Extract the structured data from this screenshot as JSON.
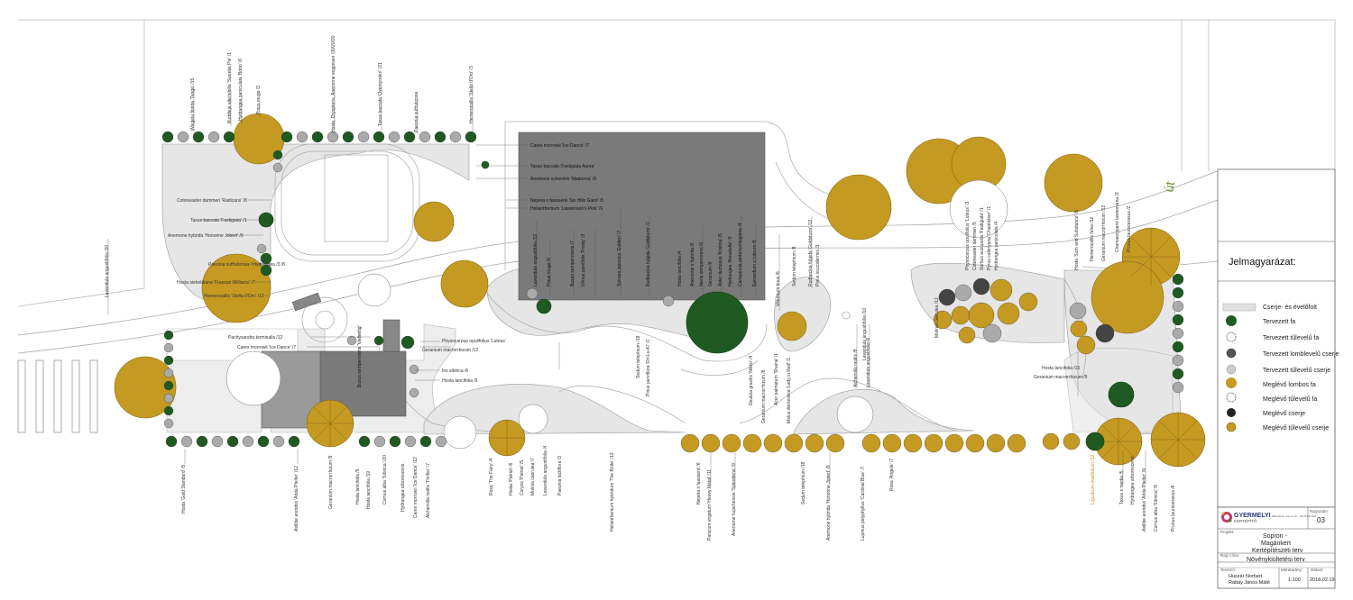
{
  "colors": {
    "existing_tree": "#c49a22",
    "planned_tree": "#1e5a22",
    "shrub_gray": "#8e8e8e",
    "bed_fill": "#e6e6e6",
    "dark_building": "#7a7a7a",
    "orange_label": "#d08a1a",
    "road_label": "#6b8a2a"
  },
  "road_label": "út",
  "legend": {
    "title": "Jelmagyarázat:",
    "items": [
      {
        "label": "Cserje- és évelőfolt",
        "icon": "bed-swatch-icon"
      },
      {
        "label": "Tervezett fa",
        "icon": "planned-tree-icon"
      },
      {
        "label": "Tervezett tűlevelű fa",
        "icon": "planned-conifer-icon"
      },
      {
        "label": "Tervezett lomblevelű cserje",
        "icon": "planned-shrub-icon"
      },
      {
        "label": "Tervezett tűlevelű cserje",
        "icon": "planned-conifer-shrub-icon"
      },
      {
        "label": "Meglévő lombos fa",
        "icon": "existing-tree-icon"
      },
      {
        "label": "Meglévő tűlevelű fa",
        "icon": "existing-conifer-icon"
      },
      {
        "label": "Meglévő cserje",
        "icon": "existing-shrub-icon"
      },
      {
        "label": "Meglévő tűlevelű cserje",
        "icon": "existing-conifer-shrub-icon"
      }
    ]
  },
  "title_block": {
    "company": "GYERMELYI",
    "company_sub": "KERTÉPÍTŐ",
    "company_address": "9400 Sopron, Ipar krt. 30. / +36 30 000 0000",
    "sheet_label": "Rajzszám:",
    "sheet_number": "03",
    "project_label": "Projekt:",
    "project_lines": [
      "Sopron -",
      "Magánkert",
      "Kertépítészeti terv"
    ],
    "drawing_label": "Rajz címe:",
    "drawing_title": "Növénykiültetési terv",
    "designer_label": "Tervező:",
    "designers": [
      "Huszár Norbert",
      "Rattay János Máté"
    ],
    "scale_label": "Méretarány:",
    "scale": "1:100",
    "date_label": "Dátum:",
    "date": "2018.02.19."
  },
  "plant_labels": {
    "top": [
      "Weigela florida 'Tango' /15",
      "Buddleja alternifolia 'Sweetie Pie' /1",
      "Hydrangea paniculata 'Bobo' /6",
      "Pinus mugo /3",
      "Hosta, Dryopteris, Anemone vegyesen /30/20/20",
      "Taxus baccata 'Overeynderi' /21",
      "Paeonia suffruticosa",
      "Hemerocallis 'Stella d'Oro' /3"
    ],
    "left": [
      "Cotoneaster dammeri 'Radicans' /8",
      "Taxus baccata 'Fastigiata' /1",
      "Anemone hybrida 'Honorine Jobert' /9",
      "Lavandula angustifolia /20",
      "Paeonia suffruticosa / Hydrangea /3 /8",
      "Hosta sieboldiana 'Frances Williams' /7",
      "Hemerocallis 'Stella d'Oro' /12"
    ],
    "center_building": [
      "Carex morrowii 'Ice Dance' /7",
      "Taxus baccata 'Fastigiata Aurea'",
      "Anemone sylvestris 'Madonna' /9",
      "Nepeta x faassenii 'Six Hills Giant' /5",
      "Helianthemum 'Lawrenson's Pink' /9"
    ],
    "center_vertical": [
      "Lavandula angustifolia /12",
      "Pinus mugo /4",
      "Buxus sempervirens /7",
      "Ulmus parvifolia 'Frosty' /3",
      "Spiraea japonica 'Golden' /7",
      "Rudbeckia fulgida 'Goldsturm' /7",
      "Hosta lancifolia /4",
      "Anemone x hybrida /8",
      "Iberis sempervirens /6",
      "Geranium /9",
      "Aster dumosus 'Kristina' /5",
      "Hydrangea 'Annabelle' /3",
      "Campanula portenschlagiana /4",
      "Epimedium x rubrum /8"
    ],
    "center_right_vertical": [
      "Viburnum tinus /6",
      "Sedum telephium /8",
      "Rudbeckia fulgida 'Goldsturm' /12",
      "Pinus leucodermis /3"
    ],
    "mid_labels": [
      "Pachysandra terminalis /12",
      "Carex morrowii 'Ice Dance' /7",
      "Physocarpus opulifolius 'Luteus'",
      "Geranium macrorrhizum /12",
      "Iris sibirica /6",
      "Hosta lancifolia /9",
      "Buxus sempervirens 'Vielseitig'",
      "Sedum telephium /18",
      "Pinus parviflora 'Ori-Lo-Ki' /1",
      "Deutzia gracilis 'Nikko' /4",
      "Geranium macrorrhizum /8",
      "Acer palmatum 'Shaina' /1",
      "Malus domestica 'Lady in Red' /1",
      "Alchemilla mollis /8",
      "Lavandula angustifolia /6",
      "Molinia caerulea /12",
      "Hosta lancifolia /15",
      "Geranium macrorrhizum /9"
    ],
    "bottom": [
      "Hosta 'Gold Standard' /5",
      "Astilbe arendsii 'Anita Pfeifer' /12",
      "Geranium macrorrhizum /9",
      "Hosta lancifolia /9",
      "Hosta lancifolia /10",
      "Cornus alba 'Sibirica' /20",
      "Hydrangea arborescens",
      "Carex morrowii 'Ice Dance' /12",
      "Alchemilla mollis 'Thriller' /7",
      "Rosa 'The Fairy' /4",
      "Hosta 'Patriot' /6",
      "Coryza 'Patriot' /5",
      "Molinia caerulea /7",
      "Lavandula angustifolia /4",
      "Paeonia lactiflora /3",
      "Helianthemum hybridum 'The Bride' /13",
      "Nepeta x faassenii /6",
      "Panicum virgatum 'Heavy Metal' /11",
      "Anemone hupehensis 'Splendens' /9",
      "Sedum telephium /18",
      "Anemone hybrida 'Honorine Jobert' /9",
      "Lupinus polyphyllus 'Cardinal Blue' /7",
      "Rosa 'Angela' /7",
      "Lavandula angustifolia /10",
      "Astilbe arendsii 'Anita Pfeifer' /9",
      "Cornus alba 'Sibirica' /5",
      "Hydrangea arborescens",
      "Taxus x media /5",
      "Prunus laurocerasus /6"
    ],
    "right_top": [
      "Physocarpus opulifolius 'Luteus' /3",
      "Cotoneaster dammeri /5",
      "Sorbus aucuparia 'Fastigiata' /1",
      "Pyrus calleryana 'Chanticleer' /1",
      "Hydrangea paniculata /4",
      "Hosta 'Sum and Substance' /5",
      "Hemerocallis fulva /12",
      "Geranium macrorrhizum /12",
      "Chamaecyparis lawsoniana /3",
      "Prunus laurocerasus /2"
    ],
    "right_orange": "Ligustrum ovalifolium /12"
  }
}
